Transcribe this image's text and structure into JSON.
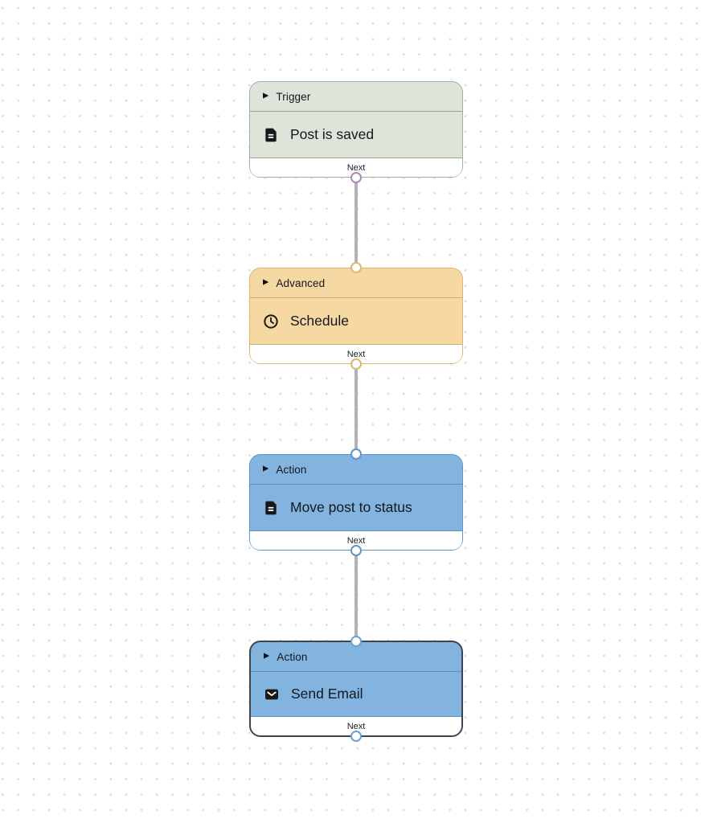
{
  "canvas": {
    "background_color": "#ffffff",
    "dot_color": "#d7d7d7",
    "edge_color": "#b1b1b7"
  },
  "nodes": [
    {
      "category": "Trigger",
      "title": "Post is saved",
      "footer_label": "Next",
      "icon": "file-document-icon",
      "selected": false,
      "handles": {
        "top": false,
        "bottom": true
      },
      "colors": {
        "background": "#dde4da",
        "border": "#a3afa1",
        "divider": "#99a596",
        "handle": "#b083ba",
        "text": "#14171b"
      }
    },
    {
      "category": "Advanced",
      "title": "Schedule",
      "footer_label": "Next",
      "icon": "clock-icon",
      "selected": false,
      "handles": {
        "top": true,
        "bottom": true
      },
      "colors": {
        "background": "#f6d8a2",
        "border": "#dbb672",
        "divider": "#d2ab62",
        "handle": "#dbb672",
        "text": "#14171b"
      }
    },
    {
      "category": "Action",
      "title": "Move post to status",
      "footer_label": "Next",
      "icon": "file-document-icon",
      "selected": false,
      "handles": {
        "top": true,
        "bottom": true
      },
      "colors": {
        "background": "#83b4e0",
        "border": "#5f96c5",
        "divider": "#5e8db8",
        "handle": "#5f96c5",
        "text": "#14171b"
      }
    },
    {
      "category": "Action",
      "title": "Send Email",
      "footer_label": "Next",
      "icon": "mail-icon",
      "selected": true,
      "handles": {
        "top": true,
        "bottom": true
      },
      "colors": {
        "background": "#83b4e0",
        "border": "#3e4552",
        "divider": "#5e8db8",
        "handle": "#6ba3d6",
        "text": "#14171b"
      }
    }
  ],
  "edges": [
    {
      "from": 0,
      "to": 1
    },
    {
      "from": 1,
      "to": 2
    },
    {
      "from": 2,
      "to": 3
    }
  ]
}
